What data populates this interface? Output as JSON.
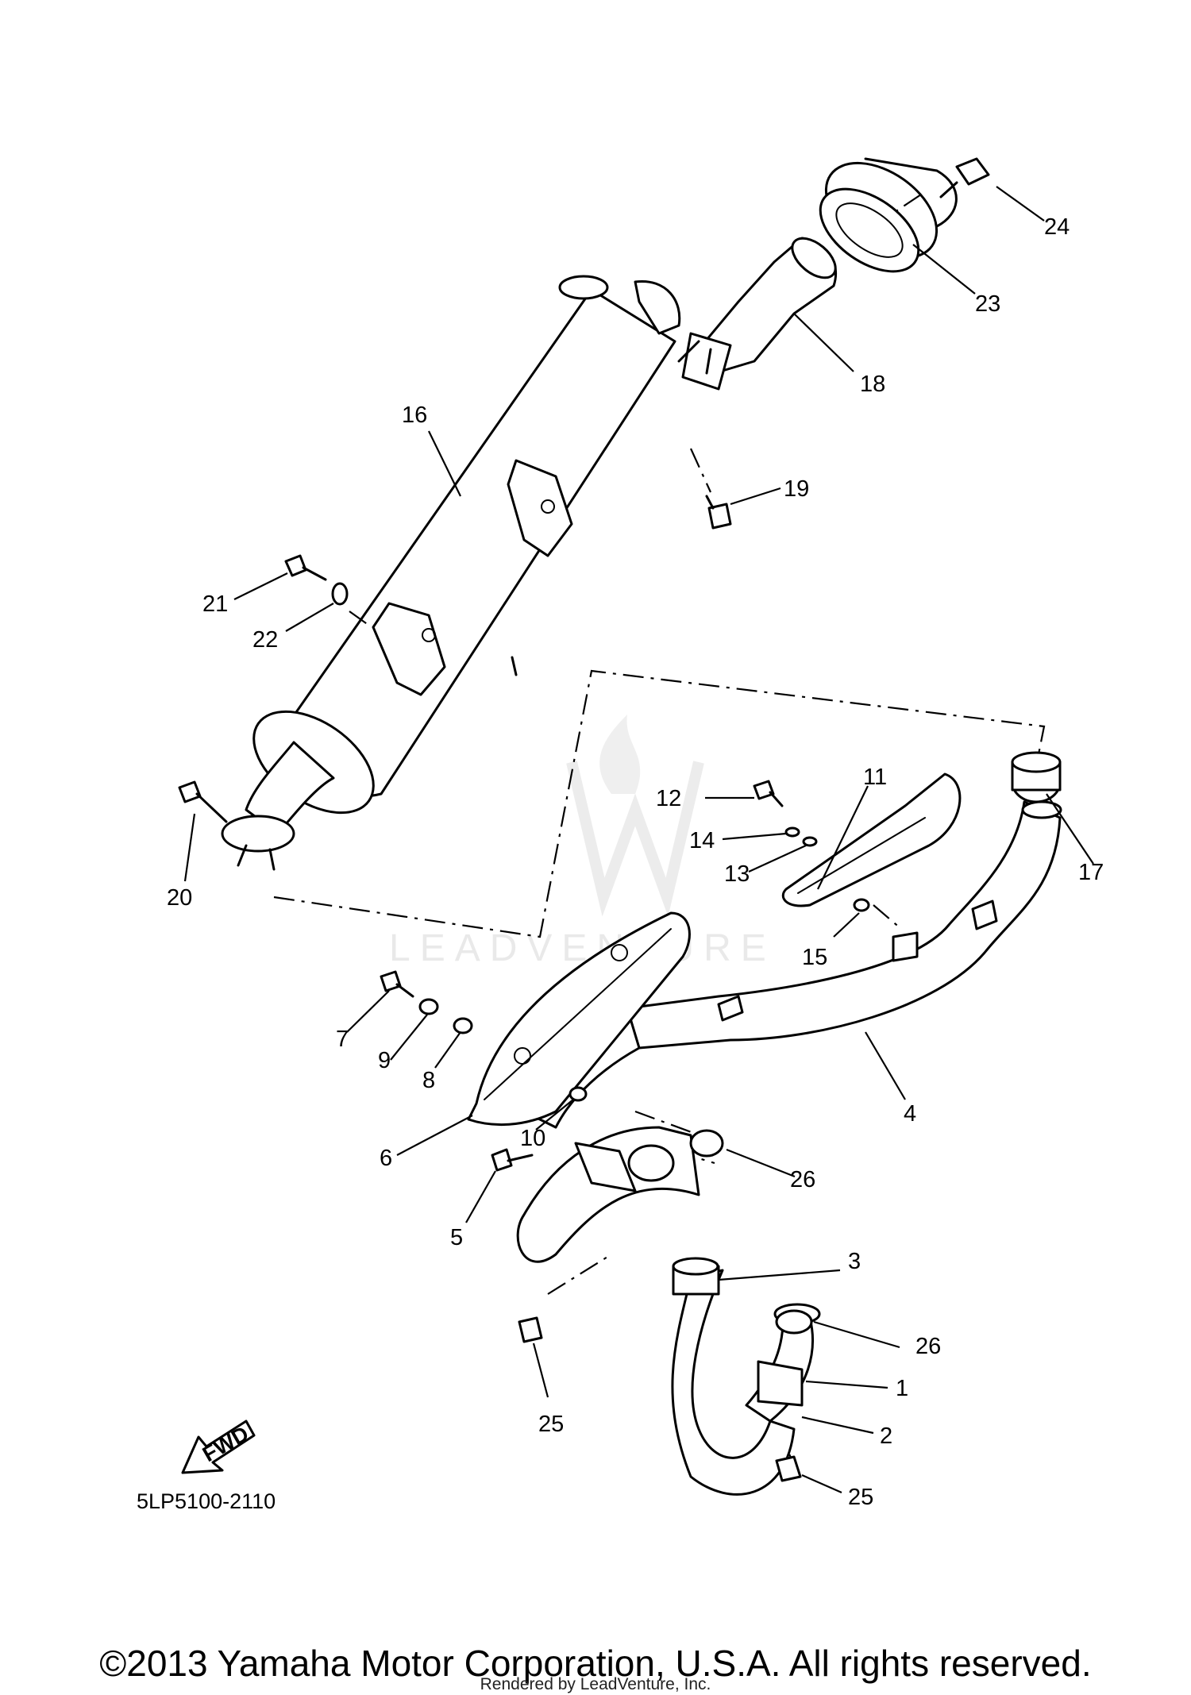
{
  "diagram": {
    "code": "5LP5100-2110",
    "fwd_label": "FWD",
    "watermark": "LEADVENTURE",
    "callouts": [
      {
        "id": "c1",
        "text": "1"
      },
      {
        "id": "c2",
        "text": "2"
      },
      {
        "id": "c3",
        "text": "3"
      },
      {
        "id": "c4",
        "text": "4"
      },
      {
        "id": "c5",
        "text": "5"
      },
      {
        "id": "c6",
        "text": "6"
      },
      {
        "id": "c7",
        "text": "7"
      },
      {
        "id": "c8",
        "text": "8"
      },
      {
        "id": "c9",
        "text": "9"
      },
      {
        "id": "c10",
        "text": "10"
      },
      {
        "id": "c11",
        "text": "11"
      },
      {
        "id": "c12",
        "text": "12"
      },
      {
        "id": "c13",
        "text": "13"
      },
      {
        "id": "c14",
        "text": "14"
      },
      {
        "id": "c15",
        "text": "15"
      },
      {
        "id": "c16",
        "text": "16"
      },
      {
        "id": "c17",
        "text": "17"
      },
      {
        "id": "c18",
        "text": "18"
      },
      {
        "id": "c19",
        "text": "19"
      },
      {
        "id": "c20",
        "text": "20"
      },
      {
        "id": "c21",
        "text": "21"
      },
      {
        "id": "c22",
        "text": "22"
      },
      {
        "id": "c23",
        "text": "23"
      },
      {
        "id": "c24",
        "text": "24"
      },
      {
        "id": "c25a",
        "text": "25"
      },
      {
        "id": "c25b",
        "text": "25"
      },
      {
        "id": "c26a",
        "text": "26"
      },
      {
        "id": "c26b",
        "text": "26"
      }
    ]
  },
  "footer": {
    "copyright": "©2013 Yamaha Motor Corporation, U.S.A. All rights reserved.",
    "rendered_by": "Rendered by LeadVenture, Inc."
  }
}
